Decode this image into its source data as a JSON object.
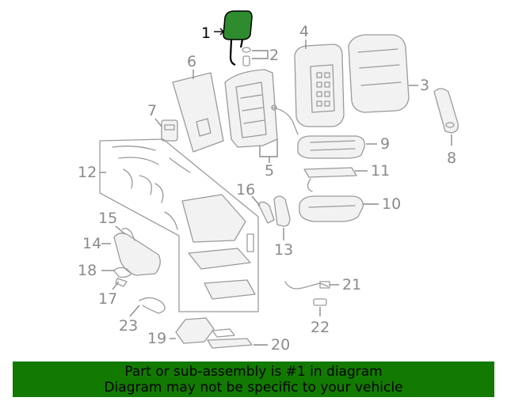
{
  "callouts": [
    {
      "id": "1",
      "highlighted": true
    },
    {
      "id": "2"
    },
    {
      "id": "3"
    },
    {
      "id": "4"
    },
    {
      "id": "5"
    },
    {
      "id": "6"
    },
    {
      "id": "7"
    },
    {
      "id": "8"
    },
    {
      "id": "9"
    },
    {
      "id": "10"
    },
    {
      "id": "11"
    },
    {
      "id": "12"
    },
    {
      "id": "13"
    },
    {
      "id": "14"
    },
    {
      "id": "15"
    },
    {
      "id": "16"
    },
    {
      "id": "17"
    },
    {
      "id": "18"
    },
    {
      "id": "19"
    },
    {
      "id": "20"
    },
    {
      "id": "21"
    },
    {
      "id": "22"
    },
    {
      "id": "23"
    }
  ],
  "banner": {
    "line1": "Part or sub-assembly is #1 in diagram",
    "line2": "Diagram may not be specific to your vehicle"
  },
  "colors": {
    "highlight_part": "#2e8b2e",
    "banner_bg": "#127a00",
    "line_gray": "#9a9a9a"
  }
}
